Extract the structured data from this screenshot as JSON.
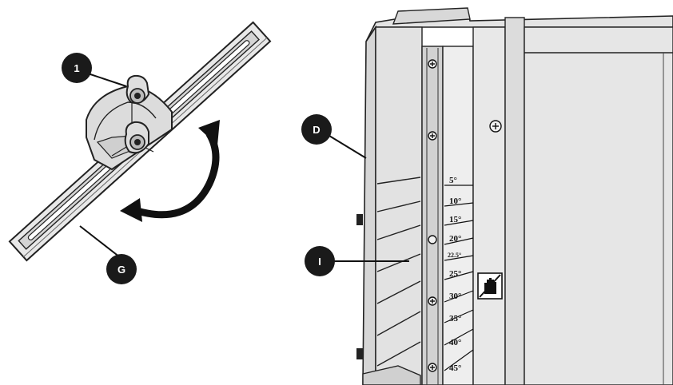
{
  "callouts": {
    "one": "1",
    "d": "D",
    "g": "G",
    "i": "I"
  },
  "angles": [
    "5°",
    "10°",
    "15°",
    "20°",
    "22.5°",
    "25°",
    "30°",
    "35°",
    "40°",
    "45°"
  ],
  "icons": {
    "rotation": "curved-double-arrow-icon",
    "warning": "no-hand-warning-icon",
    "screw": "phillips-screw-icon"
  },
  "colors": {
    "callout_fill": "#1a1a1a",
    "panel_fill": "#e6e6e6",
    "line": "#222222"
  }
}
